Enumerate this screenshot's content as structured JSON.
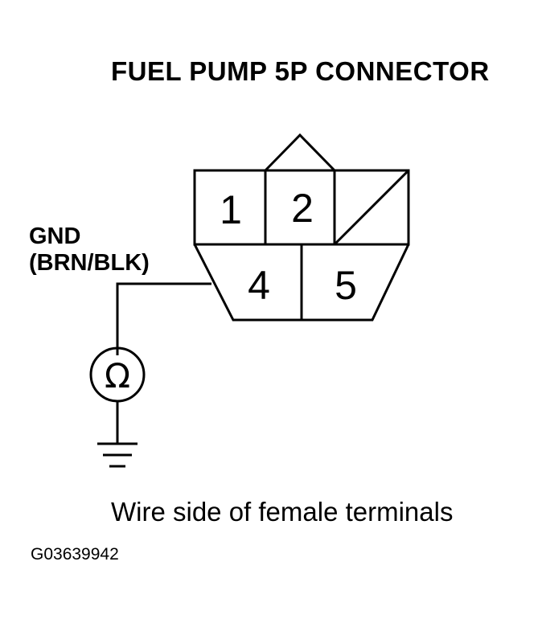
{
  "title": "FUEL PUMP 5P CONNECTOR",
  "ground_label": {
    "line1": "GND",
    "line2": "(BRN/BLK)"
  },
  "connector": {
    "pins": [
      {
        "id": "1",
        "label": "1"
      },
      {
        "id": "2",
        "label": "2"
      },
      {
        "id": "4",
        "label": "4"
      },
      {
        "id": "5",
        "label": "5"
      }
    ]
  },
  "meter_symbol": "Ω",
  "caption": "Wire side of female terminals",
  "figure_code": "G03639942"
}
